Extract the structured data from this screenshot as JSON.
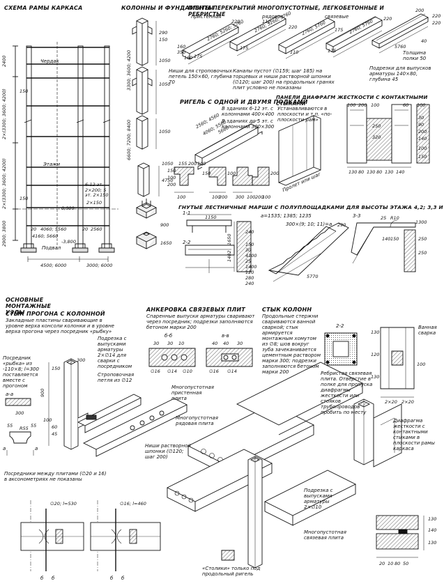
{
  "titles": {
    "frame_scheme": "СХЕМА РАМЫ КАРКАСА",
    "columns_foundations": "КОЛОННЫ И ФУНДАМЕНТЫ",
    "floor_slabs": "ПЛИТЫ ПЕРЕКРЫТИЙ МНОГОПУСТОТНЫЕ, ЛЕГКОБЕТОННЫЕ И РЕБРИСТЫЕ",
    "girder": "РИГЕЛЬ С ОДНОЙ И ДВУМЯ ПОЛКАМИ",
    "diaphragm_panels": "ПАНЕЛИ ДИАФРАГМ ЖЕСТКОСТИ С КОНТАКТНЫМИ СТЫКАМИ",
    "stairs": "ГНУТЫЕ ЛЕСТНИЧНЫЕ МАРШИ С ПОЛУПЛОЩАДКАМИ ДЛЯ ВЫСОТЫ ЭТАЖА 4,2; 3,3 И 3,6 М",
    "main_nodes": "ОСНОВНЫЕ МОНТАЖНЫЕ УЗЛЫ",
    "girder_column_joint": "СТЫК ПРОГОНА С КОЛОННОЙ",
    "tie_slab_anchoring": "АНКЕРОВКА СВЯЗЕВЫХ ПЛИТ",
    "column_joint": "СТЫК КОЛОНН"
  },
  "slab_labels": {
    "wall": "пристенная",
    "row": "рядовая",
    "tie": "связевые"
  },
  "frame": {
    "attic": "Чердак",
    "floors": "Этажи",
    "basement": "Подвал",
    "dims_left": [
      "2400",
      "2×(3300; 3600; 4200)",
      "2×(3300; 3600; 4200)",
      "2900; 3800"
    ],
    "levels": [
      "0,000",
      "-3,800"
    ],
    "bottom_dims": [
      "4500; 6000",
      "3000; 6000"
    ],
    "small_dims": [
      "20",
      "4060; 5560",
      "20",
      "2560",
      "4160; 5660",
      "2×150",
      "150",
      "150",
      "6-12 эт. 2×200; 5 эт. 2×150"
    ]
  },
  "columns": {
    "dims": [
      "290",
      "150",
      "1050",
      "3300; 3600; 4200",
      "1050",
      "6600; 7200; 8400",
      "1050",
      "4750",
      "1050",
      "900",
      "1650"
    ],
    "note": ""
  },
  "slabs": {
    "lengths": [
      "2760; 5260; 5760",
      "2760; 5260; 5760",
      "2760; 5760",
      "2760; 5760",
      "5760"
    ],
    "dims": [
      "220",
      "160",
      "110",
      "175",
      "350",
      "160",
      "175",
      "220",
      "175",
      "175",
      "110",
      "220",
      "220",
      "220",
      "200",
      "40"
    ],
    "thickness_note": "Толщина полки 50",
    "niche_note": "Ниши для строповочных петель 150×60, глубина 70",
    "channel_note": "Каналы пустот (∅159; шаг 185) на торцевых и ниши растворной шпонки (∅120; шаг 200) на продольных гранях плит условно не показаны",
    "cut_note": "Подрезки для выпусков арматуры 140×80, глубина 45"
  },
  "girder": {
    "note1": "В зданиях 6-12 эт. с колоннами 400×400",
    "note2": "В зданиях до 5 эт. с колоннами 300×300",
    "lengths": [
      "2560; 4560",
      "4060; 5560",
      "5660"
    ],
    "dims": [
      "155",
      "200",
      "100",
      "150",
      "100",
      "200",
      "100",
      "150",
      "100",
      "200",
      "300",
      "100",
      "100",
      "200",
      "100",
      "200"
    ]
  },
  "diaphragm": {
    "note": "Устанавливаются в плоскости и т.п. «по-плоскости рам»",
    "span": "Пролет или шаг",
    "dims": [
      "100",
      "200",
      "100",
      "100",
      "250",
      "320",
      "130",
      "80",
      "130",
      "80",
      "130",
      "140",
      "100",
      "150",
      "30",
      "90",
      "200",
      "140",
      "60"
    ]
  },
  "stairs": {
    "label_11": "1-1",
    "label_22": "2-2",
    "label_33": "3-3",
    "length": "1150",
    "widths": "a=1535; 1385; 1235",
    "steps": "300×(9; 10; 11)=a",
    "run": "5770",
    "dims": [
      "240",
      "150",
      "1402",
      "1650",
      "30",
      "4100",
      "25",
      "1400",
      "120",
      "280",
      "240",
      "290",
      "25",
      "140",
      "150",
      "250",
      "250",
      "R10",
      "1300"
    ]
  },
  "joint1": {
    "note": "Закладные пластины сваривающие в уровне верха консоли колонки и в уровне верха прогона через посредник «рыбку»",
    "fish": "Посредник «рыбка» из -110×8; l=300 поставляется вместе с прогоном",
    "cut_label": "Подрезка с выпусками арматуры 2×∅14 для сварки с посредником",
    "loop": "Строповочная петля из ∅12",
    "wall_slab": "Многопустотная пристенная плита",
    "niche": "Ниши растворной шпонки (∅120; шаг 200)",
    "section_aa": "а-а",
    "spacers": "Посредники между плитами (∅20 и 16) в аксонометриях не показаны",
    "dims": [
      "300",
      "55",
      "R55",
      "55",
      "100",
      "900",
      "150",
      "60",
      "45",
      "300"
    ],
    "labels": [
      "а",
      "а",
      "б",
      "б",
      "б",
      "б"
    ]
  },
  "anchoring": {
    "note": "Спаренные выпуски арматуры сваривают через посредник; подрезки заполняются бетоном марки 200",
    "section_bb": "б-б",
    "section_vv": "в-в",
    "dims": [
      "30",
      "30",
      "10",
      "40",
      "40",
      "30",
      "∅16",
      "∅16",
      "∅14",
      "∅14",
      "∅10"
    ]
  },
  "column_joint": {
    "note": "Продольные стержни свариваются ванной сваркой; стык армируется монтажным хомутом из ∅8; шов вокруг зуба зачеканивается цементным раствором марки 300; подрезки заполняются бетоном марки 200",
    "section": "2-2",
    "bath_weld": "Ванная сварка",
    "rib_note": "Ребристая связевая плита. Отверстие в полке для пропуска диафрагмы жесткости или стояков трубопроводов пробить по месту",
    "dims": [
      "130",
      "120",
      "130",
      "2×20",
      "2×20",
      "100"
    ]
  },
  "bottom": {
    "row_slab": "Многопустотная рядовая плита",
    "tie_slab": "Многопустотная связевая плита",
    "cut_note": "Подрезка с выпусками арматуры 2×∅10",
    "diaphragm": "Диафрагма жесткости с контактными стыками в плоскости рамы каркаса",
    "tables_note": "«Столики» только под продольный ригель",
    "rebar1": "∅20; l=530",
    "rebar2": "∅16; l=460",
    "dims_right": [
      "130",
      "140",
      "130",
      "20",
      "10",
      "80",
      "50"
    ]
  }
}
